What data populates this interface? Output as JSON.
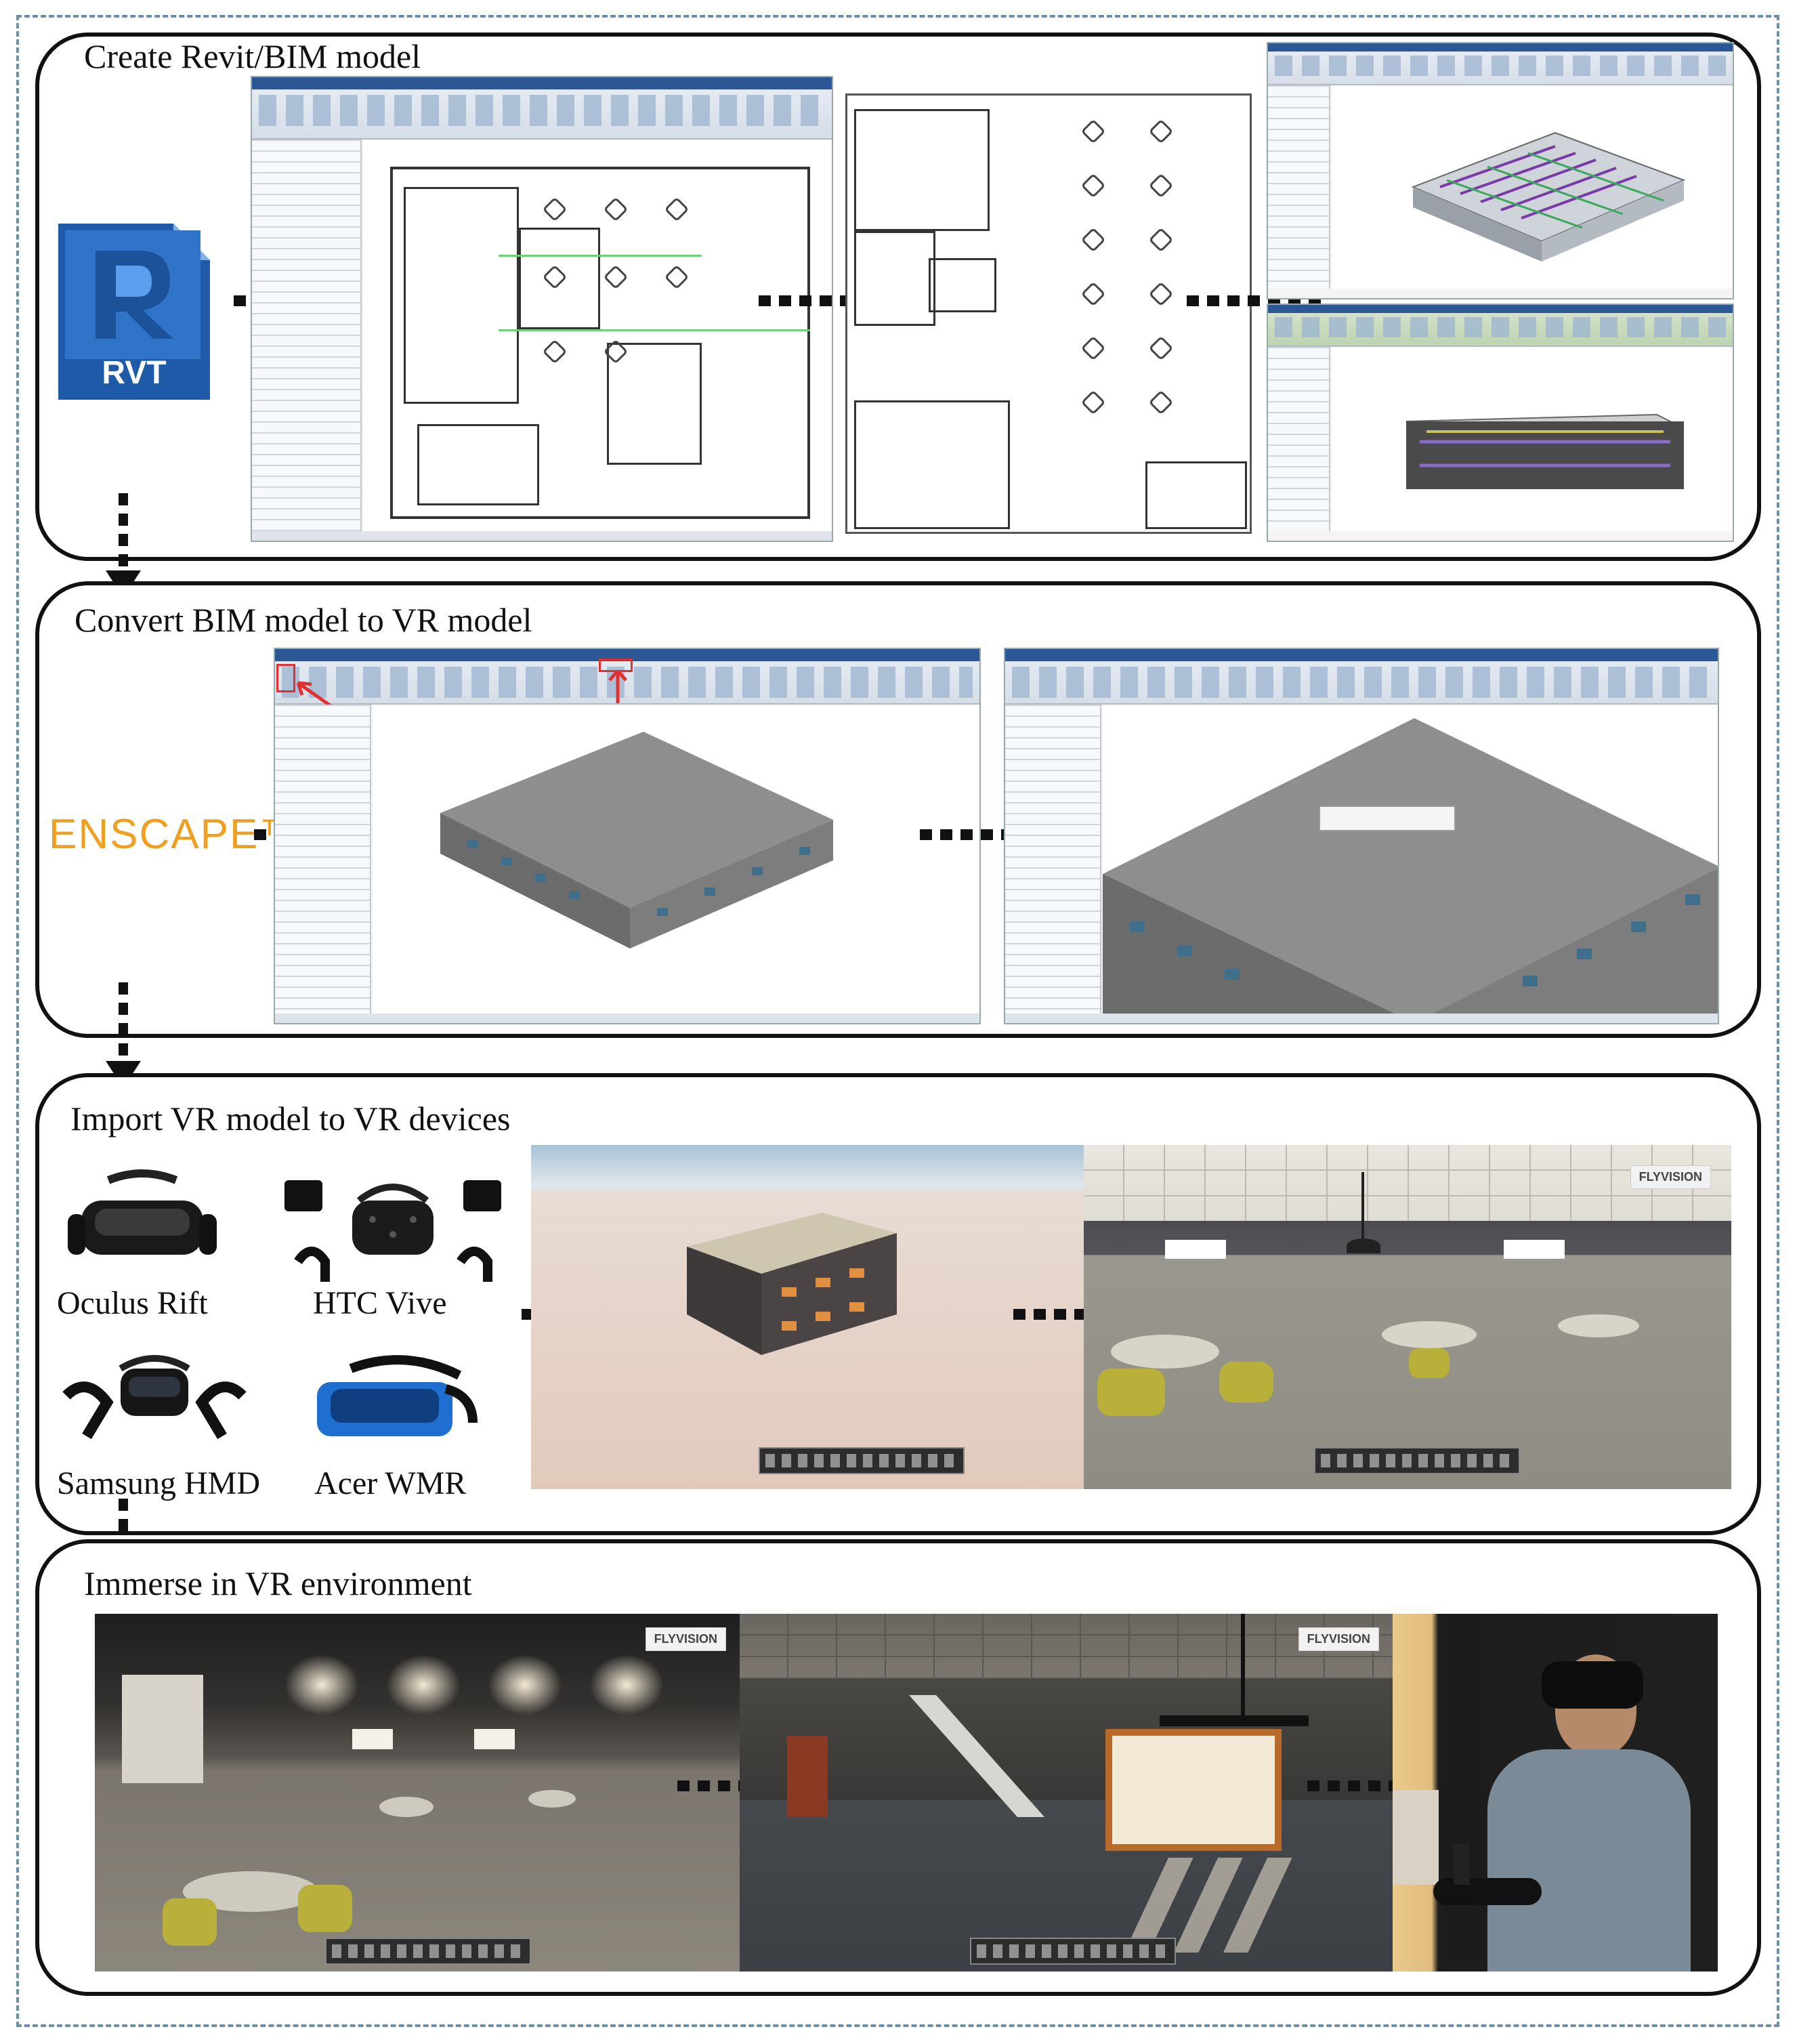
{
  "stages": [
    {
      "title": "Create Revit/BIM model"
    },
    {
      "title": "Convert BIM model to VR model"
    },
    {
      "title": "Import VR model to VR devices"
    },
    {
      "title": "Immerse in VR environment"
    }
  ],
  "logos": {
    "rvt": "RVT",
    "enscape": "ENSCAPE™",
    "flyvision": "FLYVISION"
  },
  "devices": [
    {
      "label": "Oculus Rift",
      "icon": "oculus-rift-headset-icon"
    },
    {
      "label": "HTC Vive",
      "icon": "htc-vive-headset-icon"
    },
    {
      "label": "Samsung HMD",
      "icon": "samsung-hmd-headset-icon"
    },
    {
      "label": "Acer WMR",
      "icon": "acer-wmr-headset-icon"
    }
  ],
  "colors": {
    "stage_border": "#111111",
    "outer_dashed_border": "#6b8fa8",
    "enscape_orange": "#f0a020",
    "rvt_blue": "#1f5aa8"
  }
}
